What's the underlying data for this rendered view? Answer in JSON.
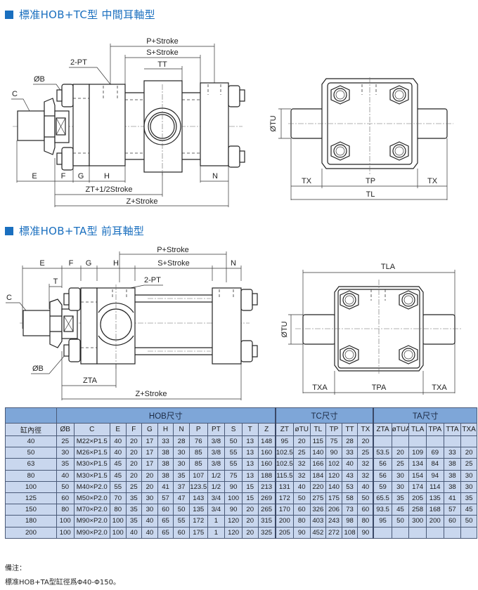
{
  "sections": [
    {
      "title": "標准HOB+TC型  中間耳軸型"
    },
    {
      "title": "標准HOB+TA型  前耳軸型"
    }
  ],
  "diagram_tc_side": {
    "labels": {
      "p_stroke": "P+Stroke",
      "s_stroke": "S+Stroke",
      "tt": "TT",
      "two_pt": "2-PT",
      "ob": "ØB",
      "c": "C",
      "e": "E",
      "f": "F",
      "g": "G",
      "h": "H",
      "n": "N",
      "zt": "ZT+1/2Stroke",
      "z": "Z+Stroke"
    }
  },
  "diagram_tc_end": {
    "labels": {
      "otu": "ØTU",
      "tx_left": "TX",
      "tp": "TP",
      "tx_right": "TX",
      "tl": "TL"
    }
  },
  "diagram_ta_side": {
    "labels": {
      "p_stroke": "P+Stroke",
      "s_stroke": "S+Stroke",
      "n": "N",
      "e": "E",
      "f": "F",
      "g": "G",
      "h": "H",
      "t": "T",
      "two_pt": "2-PT",
      "c": "C",
      "ob": "ØB",
      "zta": "ZTA",
      "z": "Z+Stroke"
    }
  },
  "diagram_ta_end": {
    "labels": {
      "tla": "TLA",
      "otu": "ØTU",
      "txa_left": "TXA",
      "tpa": "TPA",
      "txa_right": "TXA"
    }
  },
  "table": {
    "groups": [
      {
        "label": "",
        "span": 1
      },
      {
        "label": "HOB尺寸",
        "span": 12
      },
      {
        "label": "TC尺寸",
        "span": 6
      },
      {
        "label": "TA尺寸",
        "span": 6
      }
    ],
    "columns": [
      "缸內徑",
      "ØB",
      "C",
      "E",
      "F",
      "G",
      "H",
      "N",
      "P",
      "PT",
      "S",
      "T",
      "Z",
      "ZT",
      "øTU",
      "TL",
      "TP",
      "TT",
      "TX",
      "ZTA",
      "øTUA",
      "TLA",
      "TPA",
      "TTA",
      "TXA"
    ],
    "rows": [
      [
        "40",
        "25",
        "M22×P1.5",
        "40",
        "20",
        "17",
        "33",
        "28",
        "76",
        "3/8",
        "50",
        "13",
        "148",
        "95",
        "20",
        "115",
        "75",
        "28",
        "20",
        "",
        "",
        "",
        "",
        "",
        ""
      ],
      [
        "50",
        "30",
        "M26×P1.5",
        "40",
        "20",
        "17",
        "38",
        "30",
        "85",
        "3/8",
        "55",
        "13",
        "160",
        "102.5",
        "25",
        "140",
        "90",
        "33",
        "25",
        "53.5",
        "20",
        "109",
        "69",
        "33",
        "20"
      ],
      [
        "63",
        "35",
        "M30×P1.5",
        "45",
        "20",
        "17",
        "38",
        "30",
        "85",
        "3/8",
        "55",
        "13",
        "160",
        "102.5",
        "32",
        "166",
        "102",
        "40",
        "32",
        "56",
        "25",
        "134",
        "84",
        "38",
        "25"
      ],
      [
        "80",
        "40",
        "M30×P1.5",
        "45",
        "20",
        "20",
        "38",
        "35",
        "107",
        "1/2",
        "75",
        "13",
        "188",
        "115.5",
        "32",
        "184",
        "120",
        "43",
        "32",
        "56",
        "30",
        "154",
        "94",
        "38",
        "30"
      ],
      [
        "100",
        "50",
        "M40×P2.0",
        "55",
        "25",
        "20",
        "41",
        "37",
        "123.5",
        "1/2",
        "90",
        "15",
        "213",
        "131",
        "40",
        "220",
        "140",
        "53",
        "40",
        "59",
        "30",
        "174",
        "114",
        "38",
        "30"
      ],
      [
        "125",
        "60",
        "M50×P2.0",
        "70",
        "35",
        "30",
        "57",
        "47",
        "143",
        "3/4",
        "100",
        "15",
        "269",
        "172",
        "50",
        "275",
        "175",
        "58",
        "50",
        "65.5",
        "35",
        "205",
        "135",
        "41",
        "35"
      ],
      [
        "150",
        "80",
        "M70×P2.0",
        "80",
        "35",
        "30",
        "60",
        "50",
        "135",
        "3/4",
        "90",
        "20",
        "265",
        "170",
        "60",
        "326",
        "206",
        "73",
        "60",
        "93.5",
        "45",
        "258",
        "168",
        "57",
        "45"
      ],
      [
        "180",
        "100",
        "M90×P2.0",
        "100",
        "35",
        "40",
        "65",
        "55",
        "172",
        "1",
        "120",
        "20",
        "315",
        "200",
        "80",
        "403",
        "243",
        "98",
        "80",
        "95",
        "50",
        "300",
        "200",
        "60",
        "50"
      ],
      [
        "200",
        "100",
        "M90×P2.0",
        "100",
        "40",
        "40",
        "65",
        "60",
        "175",
        "1",
        "120",
        "20",
        "325",
        "205",
        "90",
        "452",
        "272",
        "108",
        "90",
        "",
        "",
        "",
        "",
        "",
        ""
      ]
    ]
  },
  "notes": {
    "heading": "備注：",
    "text": "標准HOB+TA型缸徑爲Φ40-Φ150。"
  },
  "colors": {
    "accent": "#1a6fbf",
    "table_header": "#7ea6d8",
    "table_cell": "#c9d7ee"
  }
}
